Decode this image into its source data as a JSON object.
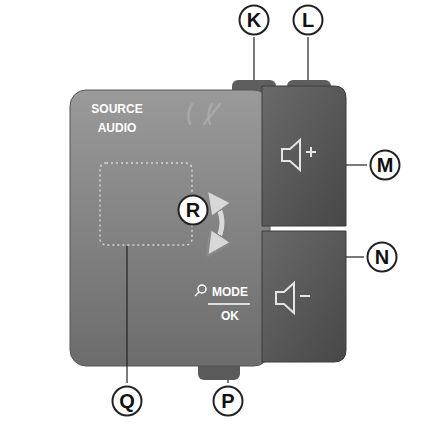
{
  "diagram": {
    "nodes": [
      {
        "text": [
          "K"
        ]
      },
      {
        "text": [
          "L"
        ]
      },
      {
        "text": [
          "M"
        ]
      },
      {
        "text": [
          "R"
        ]
      },
      {
        "text": [
          "N"
        ]
      },
      {
        "text": [
          "Q"
        ]
      },
      {
        "text": [
          "P"
        ]
      }
    ],
    "labels": [
      "SOURCE AUDIO",
      "MODE",
      "OK"
    ]
  }
}
